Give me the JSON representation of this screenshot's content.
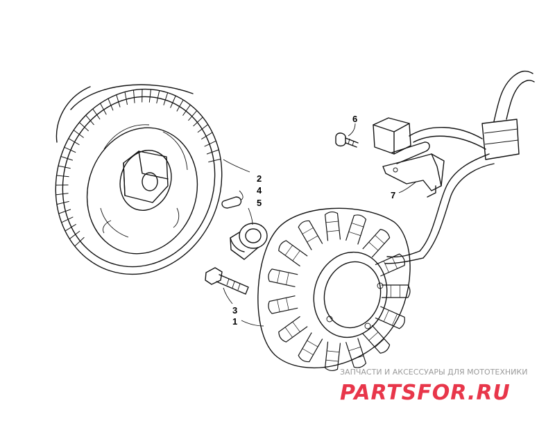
{
  "callouts": [
    {
      "id": "1",
      "label": "1"
    },
    {
      "id": "2",
      "label": "2"
    },
    {
      "id": "3",
      "label": "3"
    },
    {
      "id": "4",
      "label": "4"
    },
    {
      "id": "5",
      "label": "5"
    },
    {
      "id": "6",
      "label": "6"
    },
    {
      "id": "7",
      "label": "7"
    }
  ],
  "watermark": {
    "tagline": "ЗАПЧАСТИ И АКСЕССУАРЫ ДЛЯ МОТОТЕХНИКИ",
    "logo": "PARTSFOR.RU",
    "color": "#e8364a"
  }
}
